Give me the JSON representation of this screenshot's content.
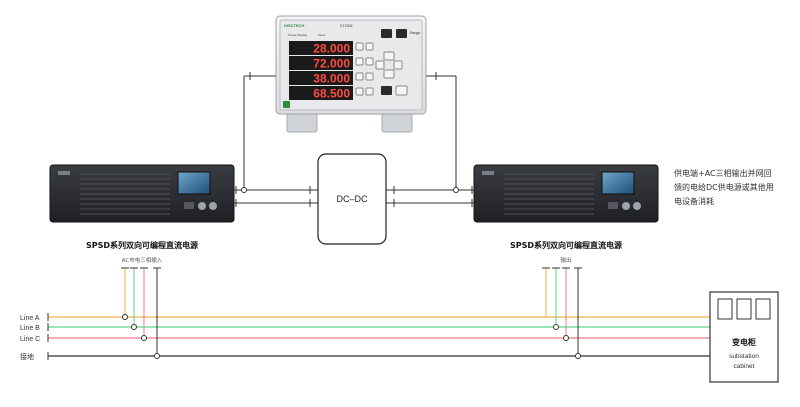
{
  "meter": {
    "brand": "DISCTECH",
    "model": "DT4306",
    "header_left": "Power Display",
    "header_mid": "Meas",
    "readings": [
      "28.000",
      "72.000",
      "38.000",
      "68.500"
    ],
    "range_label": "Range",
    "reading_color": "#ff4a3d"
  },
  "converter": {
    "label": "DC–DC"
  },
  "supply_left": {
    "caption": "SPSD系列双向可编程直流电源",
    "input_note": "AC市电三相输入"
  },
  "supply_right": {
    "caption": "SPSD系列双向可编程直流电源",
    "output_note": "输出"
  },
  "side_note": [
    "供电端+AC三相输出并网回",
    "馈的电给DC供电源或其他用",
    "电设备消耗"
  ],
  "lines": [
    {
      "label": "Line A",
      "color": "#f2b24a"
    },
    {
      "label": "Line B",
      "color": "#5fd68a"
    },
    {
      "label": "Line C",
      "color": "#f07a86"
    },
    {
      "label": "接地",
      "color": "#333333"
    }
  ],
  "cabinet": {
    "title": "变电柜",
    "sub1": "substation",
    "sub2": "cabinet"
  }
}
